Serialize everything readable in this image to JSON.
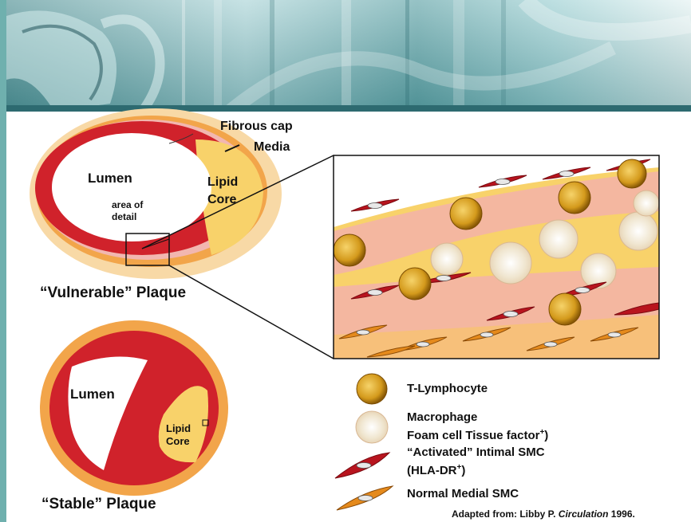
{
  "vulnerable": {
    "lumen": "Lumen",
    "lipid_line1": "Lipid",
    "lipid_line2": "Core",
    "area_line1": "area of",
    "area_line2": "detail",
    "fibrous_cap": "Fibrous cap",
    "media": "Media",
    "title": "“Vulnerable” Plaque"
  },
  "stable": {
    "lumen": "Lumen",
    "lipid_line1": "Lipid",
    "lipid_line2": "Core",
    "title": "“Stable” Plaque"
  },
  "legend": {
    "t_lymphocyte": "T-Lymphocyte",
    "macrophage_line1": "Macrophage",
    "macrophage_line2": "Foam cell Tissue factor",
    "macrophage_sup": "+",
    "macrophage_close": ")",
    "activated_line1": "“Activated” Intimal SMC",
    "activated_line2": "(HLA-DR",
    "activated_sup": "+",
    "activated_close": ")",
    "normal_smc": "Normal Medial SMC"
  },
  "citation": {
    "prefix": "Adapted from: Libby P. ",
    "journal": "Circulation",
    "year": " 1996."
  },
  "colors": {
    "frame": "#6fb0ae",
    "adventitia": "#f8d9a6",
    "media": "#f2a54a",
    "intima": "#d0222b",
    "lipid": "#f8d26a",
    "lumen": "#ffffff",
    "tissue": "#f4b7a0"
  }
}
